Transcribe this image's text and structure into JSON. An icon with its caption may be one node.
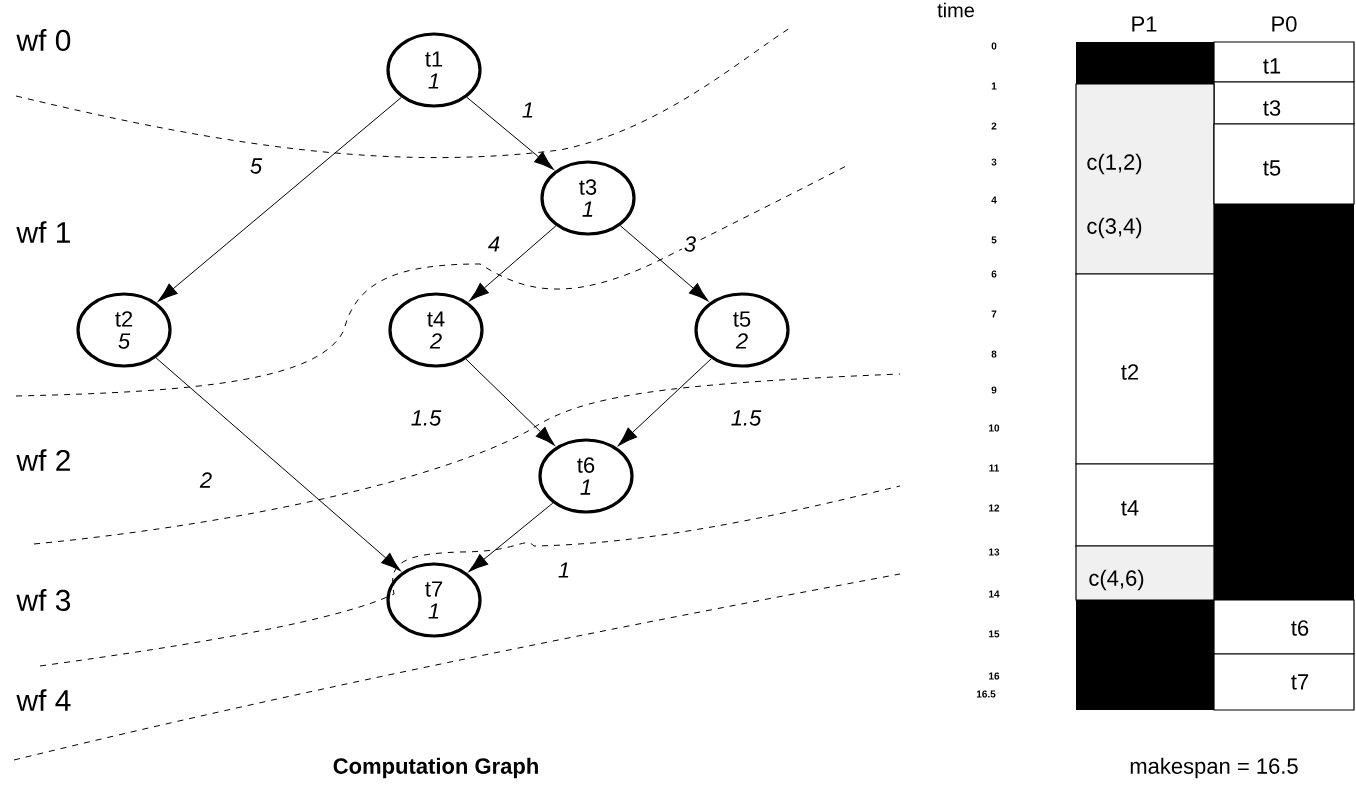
{
  "diagram": {
    "caption": "Computation Graph",
    "nodes": [
      {
        "text": [
          "t1",
          "1"
        ]
      },
      {
        "text": [
          "t2",
          "5"
        ]
      },
      {
        "text": [
          "t3",
          "1"
        ]
      },
      {
        "text": [
          "t4",
          "2"
        ]
      },
      {
        "text": [
          "t5",
          "2"
        ]
      },
      {
        "text": [
          "t6",
          "1"
        ]
      },
      {
        "text": [
          "t7",
          "1"
        ]
      }
    ],
    "edges": [
      {
        "from": 0,
        "to": 1,
        "arrow": "to",
        "label": "5"
      },
      {
        "from": 0,
        "to": 2,
        "arrow": "to",
        "label": "1"
      },
      {
        "from": 2,
        "to": 3,
        "arrow": "to",
        "label": "4"
      },
      {
        "from": 2,
        "to": 4,
        "arrow": "to",
        "label": "3"
      },
      {
        "from": 3,
        "to": 5,
        "arrow": "to",
        "label": "1.5"
      },
      {
        "from": 4,
        "to": 5,
        "arrow": "to",
        "label": "1.5"
      },
      {
        "from": 1,
        "to": 6,
        "arrow": "to",
        "label": "2"
      },
      {
        "from": 5,
        "to": 6,
        "arrow": "to",
        "label": "1"
      }
    ],
    "labels": [
      "wf 0",
      "wf 1",
      "wf 2",
      "wf 3",
      "wf 4",
      "time",
      "P1",
      "P0",
      "0",
      "1",
      "2",
      "3",
      "4",
      "5",
      "6",
      "7",
      "8",
      "9",
      "10",
      "11",
      "12",
      "13",
      "14",
      "15",
      "16",
      "16.5",
      "t1",
      "t3",
      "c(1,2)",
      "t5",
      "c(3,4)",
      "t2",
      "t4",
      "c(4,6)",
      "t6",
      "t7",
      "makespan = 16.5"
    ]
  }
}
